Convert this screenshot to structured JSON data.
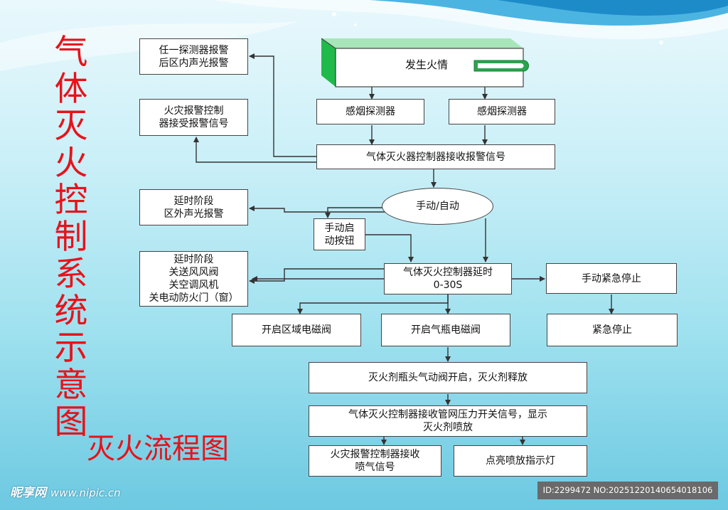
{
  "title": "气体灭火控制系统示意图",
  "subtitle": "灭火流程图",
  "watermark": {
    "brand": "昵享网",
    "url": "www.nipic.cn"
  },
  "image_id": "ID:2299472 NO:20251220140654018106",
  "nodes": {
    "fire": "发生火情",
    "alarm_rear": "任一探测器报警\n后区内声光报警",
    "fire_alarm_ctrl": "火灾报警控制\n器接受报警信号",
    "smoke1": "感烟探测器",
    "smoke2": "感烟探测器",
    "receive": "气体灭火器控制器接收报警信号",
    "manual_auto": "手动/自动",
    "delay_outside": "延时阶段\n区外声光报警",
    "manual_button": "手动启\n动按钮",
    "delay_actions": "延时阶段\n关送风风阀\n关空调风机\n关电动防火门（窗）",
    "delay": "气体灭火控制器延时\n0-30S",
    "emergency_manual": "手动紧急停止",
    "zone_valve": "开启区域电磁阀",
    "cylinder_valve": "开启气瓶电磁阀",
    "emergency_stop": "紧急停止",
    "release": "灭火剂瓶头气动阀开启，灭火剂释放",
    "pressure_signal": "气体灭火控制器接收管网压力开关信号，显示\n灭火剂喷放",
    "spray_signal": "火灾报警控制器接收\n喷气信号",
    "indicator": "点亮喷放指示灯"
  },
  "colors": {
    "title_red": "#e8121a",
    "accent_green": "#1fba4a"
  }
}
